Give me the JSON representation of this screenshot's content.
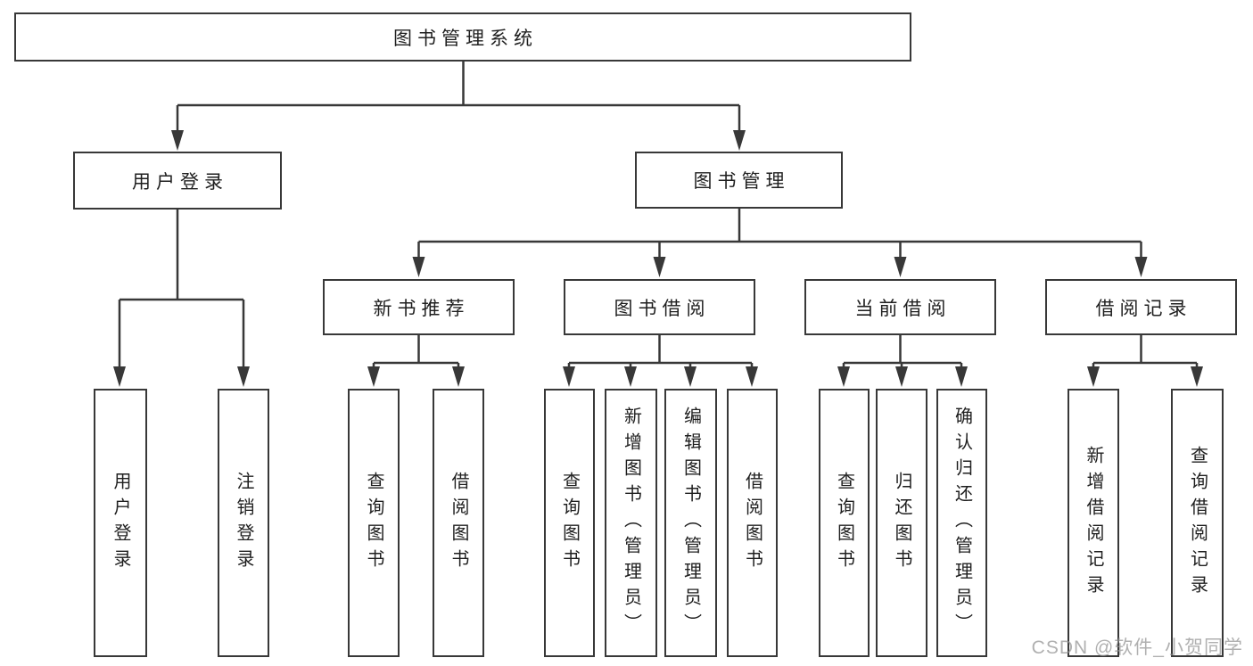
{
  "diagram": {
    "root": {
      "label": "图书管理系统",
      "children": [
        {
          "label": "用户登录",
          "children": [
            {
              "label": "用户登录"
            },
            {
              "label": "注销登录"
            }
          ]
        },
        {
          "label": "图书管理",
          "children": [
            {
              "label": "新书推荐",
              "children": [
                {
                  "label": "查询图书"
                },
                {
                  "label": "借阅图书"
                }
              ]
            },
            {
              "label": "图书借阅",
              "children": [
                {
                  "label": "查询图书"
                },
                {
                  "label": "新增图书（管理员）"
                },
                {
                  "label": "编辑图书（管理员）"
                },
                {
                  "label": "借阅图书"
                }
              ]
            },
            {
              "label": "当前借阅",
              "children": [
                {
                  "label": "查询图书"
                },
                {
                  "label": "归还图书"
                },
                {
                  "label": "确认归还（管理员）"
                }
              ]
            },
            {
              "label": "借阅记录",
              "children": [
                {
                  "label": "新增借阅记录"
                },
                {
                  "label": "查询借阅记录"
                }
              ]
            }
          ]
        }
      ]
    },
    "line_color": "#383838",
    "text_color": "#1f1f1f",
    "box_background": "#ffffff"
  },
  "watermark": {
    "text": "CSDN @软件_小贺同学",
    "color": "#919191"
  }
}
